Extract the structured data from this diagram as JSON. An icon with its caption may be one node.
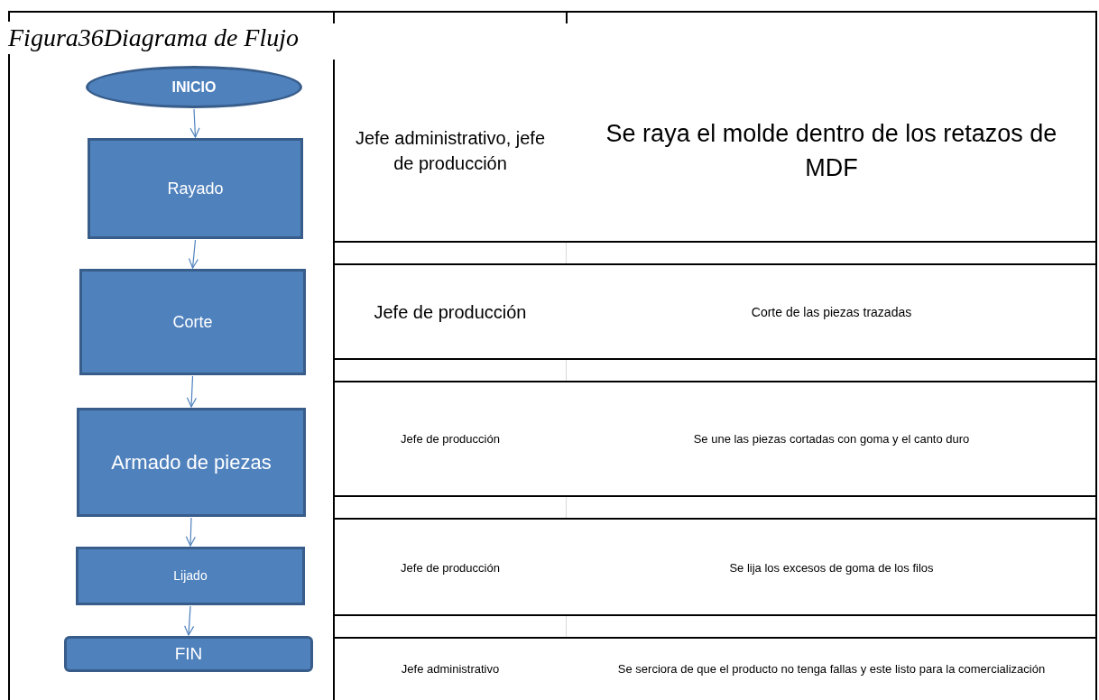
{
  "diagram": {
    "title": "Figura36Diagrama de Flujo",
    "nodes": [
      {
        "text": [
          "INICIO"
        ]
      },
      {
        "text": [
          "Rayado"
        ]
      },
      {
        "text": [
          "Corte"
        ]
      },
      {
        "text": [
          "Armado de piezas"
        ]
      },
      {
        "text": [
          "Lijado"
        ]
      },
      {
        "text": [
          "FIN"
        ]
      }
    ],
    "edges": [
      {
        "from": 0,
        "to": 1,
        "arrow": "to"
      },
      {
        "from": 1,
        "to": 2,
        "arrow": "to"
      },
      {
        "from": 2,
        "to": 3,
        "arrow": "to"
      },
      {
        "from": 3,
        "to": 4,
        "arrow": "to"
      },
      {
        "from": 4,
        "to": 5,
        "arrow": "to"
      }
    ],
    "labels": [
      "Jefe administrativo, jefe de producción",
      "Se raya el molde dentro de los retazos de MDF",
      "Jefe de producción",
      "Corte de las piezas trazadas",
      "Jefe de producción",
      "Se une las piezas cortadas con goma y el canto duro",
      "Jefe de producción",
      "Se lija los excesos de goma de los filos",
      "Jefe administrativo",
      "Se serciora de que el producto no tenga fallas y este listo para la comercialización"
    ]
  }
}
